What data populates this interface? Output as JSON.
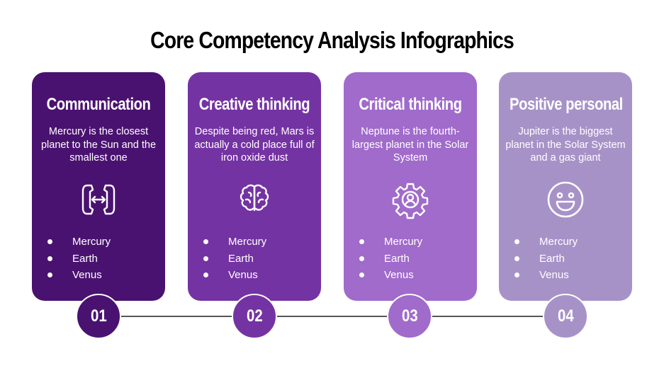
{
  "title": "Core Competency Analysis Infographics",
  "colors": {
    "card1": "#4a1270",
    "card2": "#7433a3",
    "card3": "#a06bcb",
    "card4": "#a792c8",
    "timeline": "#555555",
    "text_on_card": "#ffffff"
  },
  "cards": [
    {
      "number": "01",
      "title": "Communication",
      "description": "Mercury is the closest planet to the Sun and the smallest one",
      "icon": "phone-exchange-icon",
      "items": [
        "Mercury",
        "Earth",
        "Venus"
      ]
    },
    {
      "number": "02",
      "title": "Creative thinking",
      "description": "Despite being red, Mars is actually a cold place full of iron oxide dust",
      "icon": "brain-icon",
      "items": [
        "Mercury",
        "Earth",
        "Venus"
      ]
    },
    {
      "number": "03",
      "title": "Critical thinking",
      "description": "Neptune is the fourth-largest planet in the Solar System",
      "icon": "gear-person-icon",
      "items": [
        "Mercury",
        "Earth",
        "Venus"
      ]
    },
    {
      "number": "04",
      "title": "Positive personal",
      "description": "Jupiter is the biggest planet in the Solar System and a gas giant",
      "icon": "smiley-face-icon",
      "items": [
        "Mercury",
        "Earth",
        "Venus"
      ]
    }
  ]
}
